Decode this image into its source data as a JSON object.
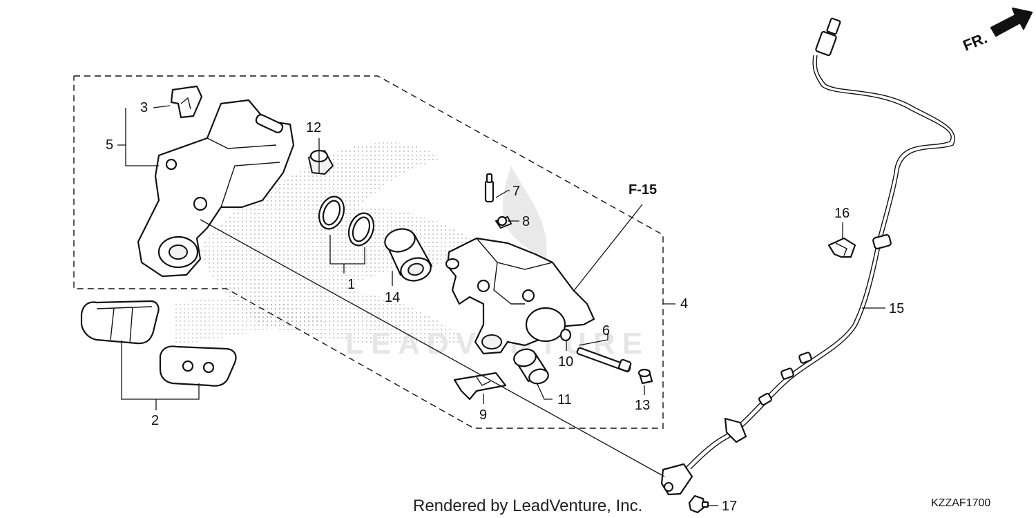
{
  "callouts": {
    "c1": "1",
    "c2": "2",
    "c3": "3",
    "c4": "4",
    "c5": "5",
    "c6": "6",
    "c7": "7",
    "c8": "8",
    "c9": "9",
    "c10": "10",
    "c11": "11",
    "c12": "12",
    "c13": "13",
    "c14": "14",
    "c15": "15",
    "c16": "16",
    "c17": "17"
  },
  "reference": "F-15",
  "direction": "FR.",
  "footer": "Rendered by LeadVenture, Inc.",
  "diagram_code": "KZZAF1700",
  "watermark": "LEADVENTURE"
}
